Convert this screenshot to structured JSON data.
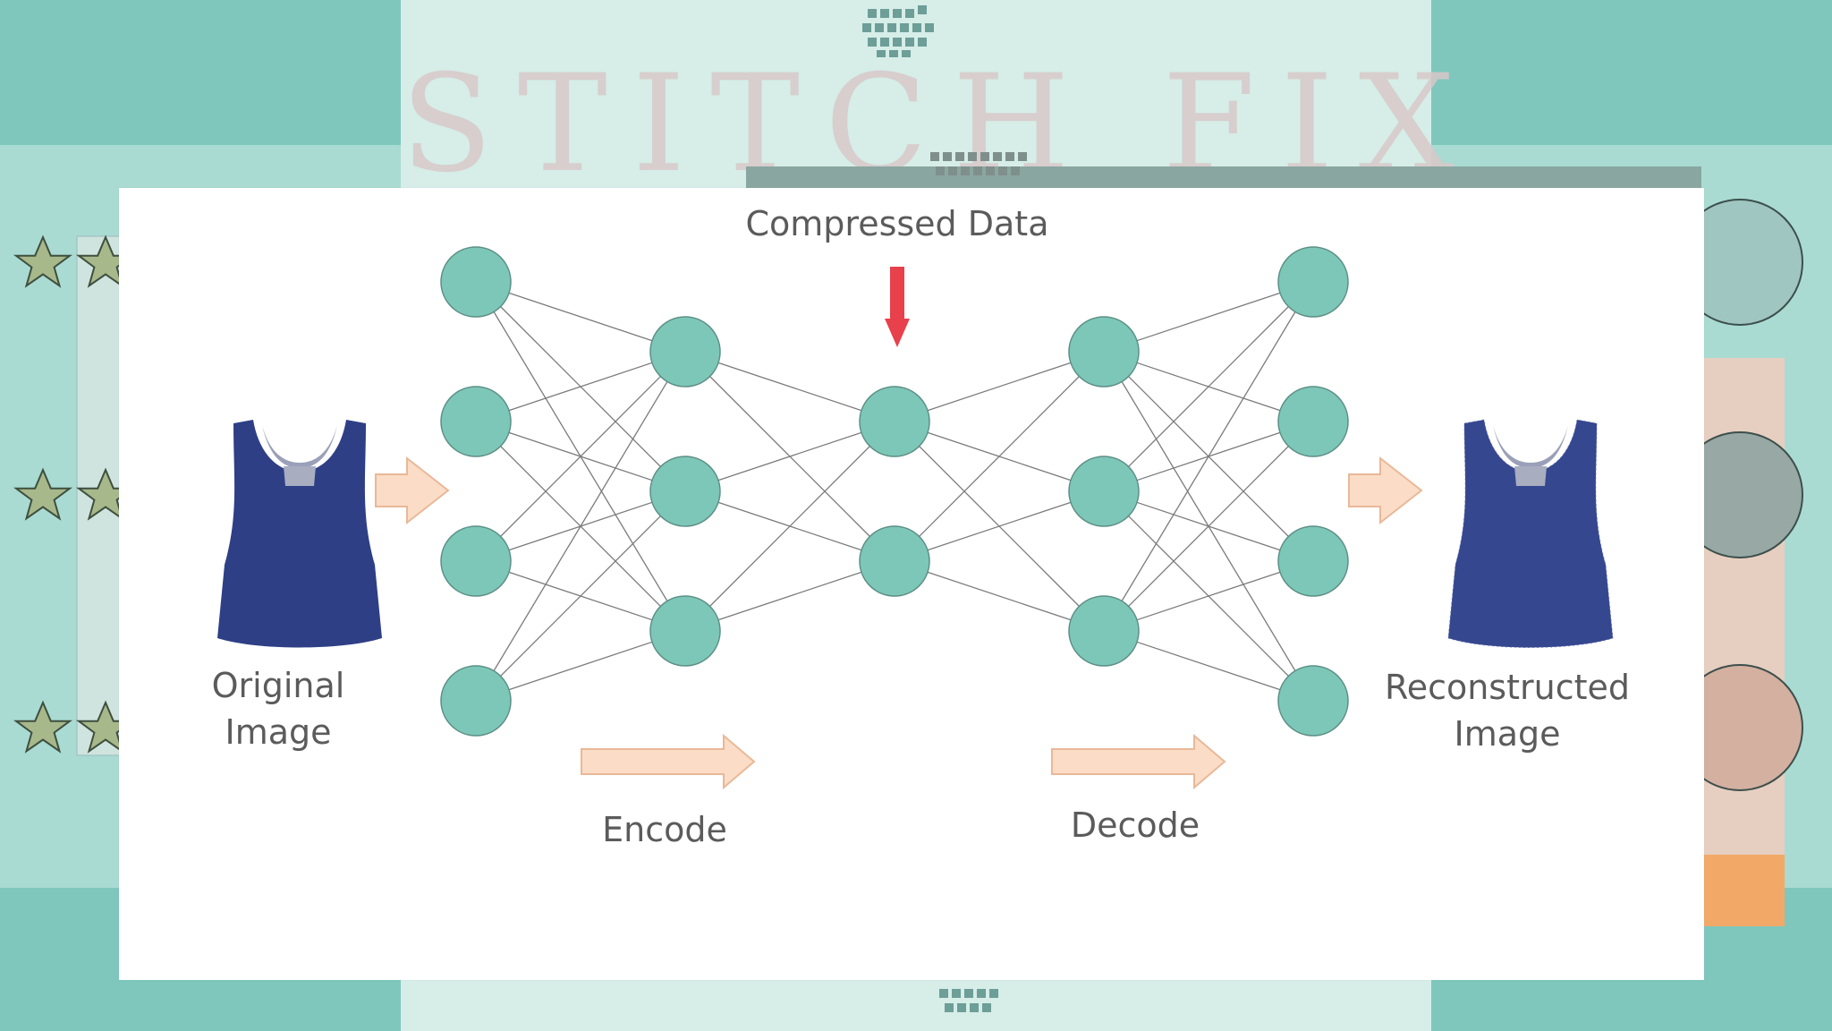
{
  "background": {
    "brand_text": "STITCH FIX",
    "colors": {
      "teal_dark": "#7fc7bd",
      "teal_light": "#a9dbd3",
      "panel": "#d6ede8"
    }
  },
  "diagram": {
    "title": "Compressed Data",
    "input_label": "Original Image",
    "output_label": "Reconstructed Image",
    "encode_label": "Encode",
    "decode_label": "Decode",
    "layers": [
      4,
      3,
      2,
      3,
      4
    ],
    "colors": {
      "node": "#7dc7b8",
      "node_stroke": "#5c8f86",
      "edge": "#7a7a7a",
      "arrow": "#fbdcc6",
      "arrow_stroke": "#e9b898",
      "pointer": "#e8414b",
      "garment": "#2e3f86"
    }
  }
}
